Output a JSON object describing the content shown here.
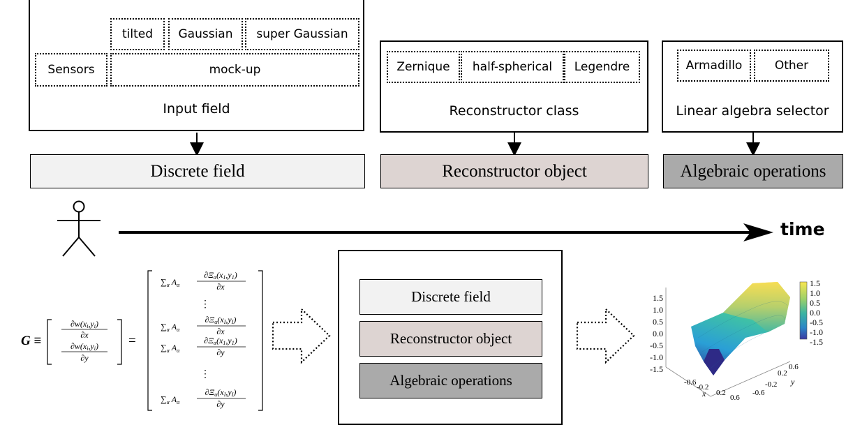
{
  "top_panels": {
    "input": {
      "caption": "Input field",
      "sensors": "Sensors",
      "tilted": "tilted",
      "gaussian": "Gaussian",
      "super_gaussian": "super Gaussian",
      "mockup": "mock-up"
    },
    "reconstructor": {
      "caption": "Reconstructor class",
      "zernique": "Zernique",
      "half_spherical": "half-spherical",
      "legendre": "Legendre"
    },
    "linalg": {
      "caption": "Linear algebra selector",
      "armadillo": "Armadillo",
      "other": "Other"
    }
  },
  "objects": {
    "discrete_field": "Discrete field",
    "reconstructor_object": "Reconstructor object",
    "algebraic_operations": "Algebraic operations"
  },
  "timeline": {
    "label": "time"
  },
  "equation": {
    "lhs": "G ≡",
    "eq": "=",
    "sum": "∑α Aα",
    "vdots": "⋮"
  },
  "plot": {
    "colorbar_ticks": [
      "1.5",
      "1.0",
      "0.5",
      "0.0",
      "-0.5",
      "-1.0",
      "-1.5"
    ],
    "z_ticks": [
      "1.5",
      "1.0",
      "0.5",
      "0.0",
      "-0.5",
      "-1.0",
      "-1.5"
    ],
    "x_ticks": [
      "-0.6",
      "-0.2",
      "0.2",
      "0.6"
    ],
    "y_ticks": [
      "0.6",
      "0.2",
      "-0.2",
      "-0.6"
    ],
    "xlabel": "x",
    "ylabel": "y"
  },
  "colors": {
    "discrete_fill": "#f2f2f2",
    "reconstructor_fill": "#ddd4d2",
    "algebraic_fill": "#aaaaaa"
  }
}
